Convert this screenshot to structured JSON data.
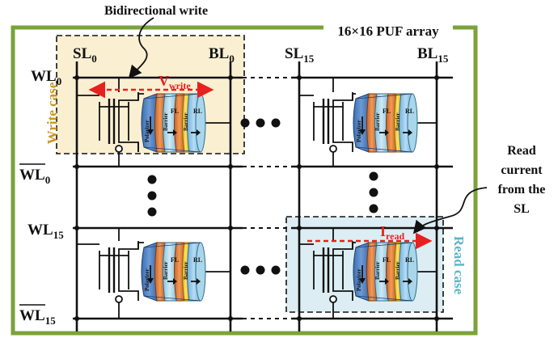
{
  "annotations": {
    "bidirectional_write": "Bidirectional write",
    "array_title": "16×16 PUF array",
    "read_current_lines": [
      "Read",
      "current",
      "from the",
      "SL"
    ],
    "write_case": "Write case",
    "read_case": "Read case"
  },
  "signals": {
    "sl0": {
      "base": "SL",
      "sub": "0"
    },
    "bl0": {
      "base": "BL",
      "sub": "0"
    },
    "sl15": {
      "base": "SL",
      "sub": "15"
    },
    "bl15": {
      "base": "BL",
      "sub": "15"
    },
    "wl0": {
      "base": "WL",
      "sub": "0"
    },
    "wl0_bar": {
      "base": "WL",
      "sub": "0"
    },
    "wl15": {
      "base": "WL",
      "sub": "15"
    },
    "wl15_bar": {
      "base": "WL",
      "sub": "15"
    },
    "v_write": {
      "base": "V",
      "sub": "write"
    },
    "i_read": {
      "base": "I",
      "sub": "read"
    }
  },
  "mtj_layers": {
    "polarizer": "Polarizer",
    "barrier": "Barrier",
    "fl": "FL",
    "rl": "RL"
  },
  "colors": {
    "frame_green": "#7aa33a",
    "write_box_fill": "#fbefd2",
    "read_box_fill": "#dceef3",
    "write_case_text": "#c8961e",
    "read_case_text": "#5ab4c8",
    "arrow_red": "#e8201e",
    "polarizer_blue": "#4a7fc0",
    "barrier_orange": "#e07a35",
    "fl_lightblue": "#a9d6ea",
    "rl_lightblue": "#8ec5e6",
    "thin_yellow": "#f2c42e"
  }
}
